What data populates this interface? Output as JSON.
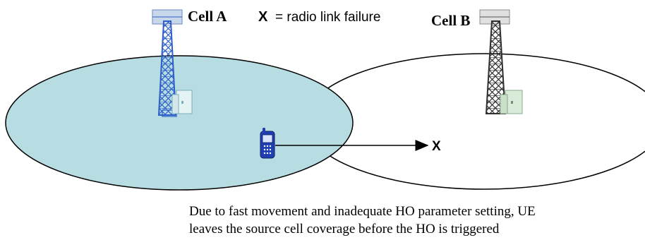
{
  "labels": {
    "cell_a": "Cell A",
    "cell_b": "Cell B",
    "legend_symbol": "X",
    "legend_text": "= radio link failure",
    "failure_marker": "X"
  },
  "caption": {
    "line1": "Due to fast movement and inadequate HO parameter setting, UE",
    "line2": "leaves the source cell coverage before the HO is triggered"
  },
  "colors": {
    "cell_a_fill": "#b7dde3",
    "cell_b_fill": "#ffffff",
    "tower_a": "#2e5fc8",
    "tower_b": "#303030",
    "ue_phone": "#1f3fb0"
  },
  "icons": {
    "tower_a": "radio-tower-icon",
    "tower_b": "radio-tower-icon",
    "ue": "mobile-phone-icon"
  }
}
